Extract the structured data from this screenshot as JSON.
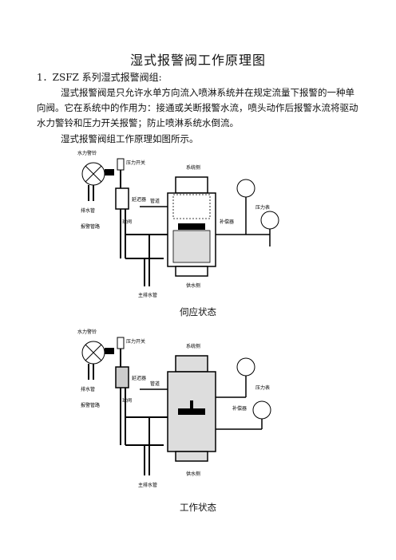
{
  "document": {
    "title": "湿式报警阀工作原理图",
    "section_heading": "1．ZSFZ 系列湿式报警阀组:",
    "paragraph_1": "湿式报警阀是只允许水单方向流入喷淋系统并在规定流量下报警的一种单向阀。它在系统中的作用为：接通或关断报警水流，喷头动作后报警水流将驱动水力警铃和压力开关报警；防止喷淋系统水倒流。",
    "paragraph_2": "湿式报警阀组工作原理如图所示。"
  },
  "figure_1": {
    "caption": "伺应状态",
    "labels": {
      "bell": "水力警铃",
      "pressure_switch": "压力开关",
      "drain_pipe": "排水管",
      "delayer": "延迟器",
      "alarm_pipe": "报警管路",
      "ball_valve": "球阀",
      "gate_valve": "管道",
      "system_side": "系统侧",
      "pressure_gauge": "压力表",
      "gauge_pipe": "补偿器",
      "supply_side": "供水侧",
      "main_drain": "主排水管"
    }
  },
  "figure_2": {
    "caption": "工作状态",
    "labels": {
      "bell": "水力警铃",
      "pressure_switch": "压力开关",
      "drain_pipe": "排水管",
      "delayer": "延迟器",
      "alarm_pipe": "报警管路",
      "ball_valve": "球阀",
      "gate_valve": "管道",
      "system_side": "系统侧",
      "pressure_gauge": "压力表",
      "gauge_pipe": "补偿器",
      "supply_side": "供水侧",
      "main_drain": "主排水管"
    }
  }
}
